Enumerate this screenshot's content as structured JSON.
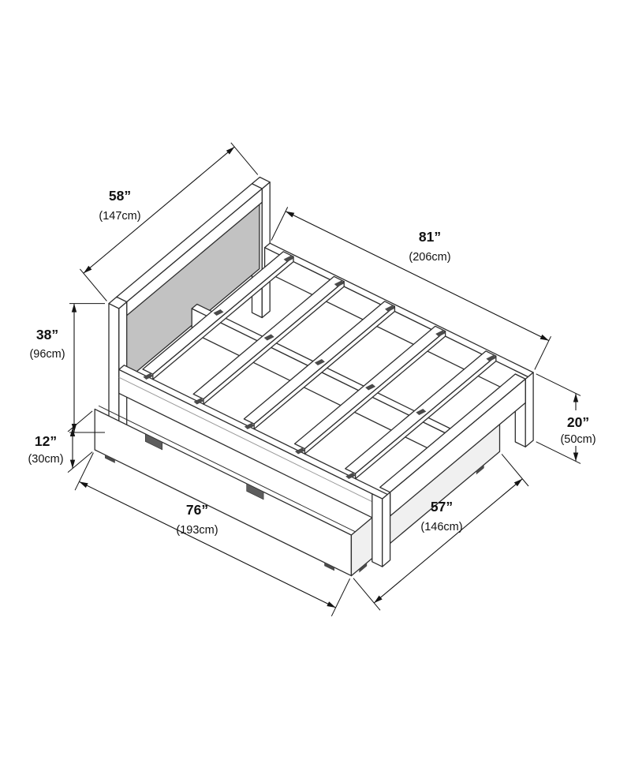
{
  "figure": {
    "subject": "bed-frame-with-trundle-dimension-diagram",
    "style": {
      "line_color": "#2e2e2e",
      "dim_color": "#141414",
      "headboard_panel_color": "#c2c2c2",
      "trundle_side_color": "#f0f0f0"
    },
    "dimensions": {
      "headboard_width": {
        "inches": "58”",
        "cm": "(147cm)"
      },
      "bed_length": {
        "inches": "81”",
        "cm": "(206cm)"
      },
      "headboard_height": {
        "inches": "38”",
        "cm": "(96cm)"
      },
      "trundle_height": {
        "inches": "12”",
        "cm": "(30cm)"
      },
      "trundle_length": {
        "inches": "76”",
        "cm": "(193cm)"
      },
      "trundle_width": {
        "inches": "57”",
        "cm": "(146cm)"
      },
      "footend_height": {
        "inches": "20”",
        "cm": "(50cm)"
      }
    }
  }
}
